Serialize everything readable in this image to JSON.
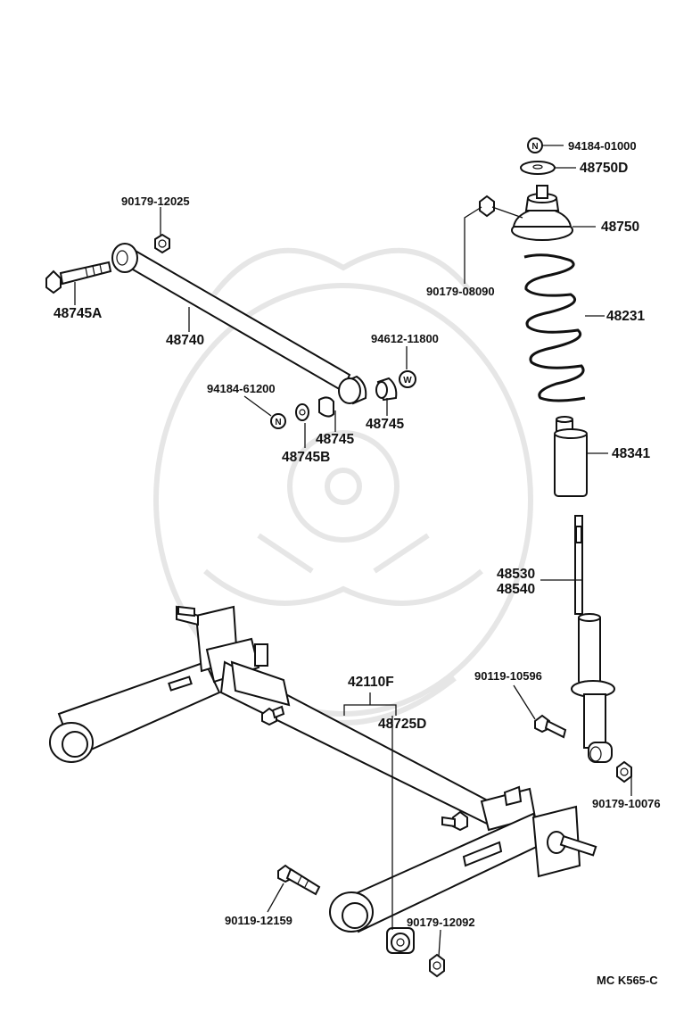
{
  "labels": {
    "p94184_01000": "94184-01000",
    "p48750D": "48750D",
    "p48750": "48750",
    "p90179_08090": "90179-08090",
    "p48231": "48231",
    "p48341": "48341",
    "p48530": "48530",
    "p48540": "48540",
    "p90119_10596": "90119-10596",
    "p90179_10076": "90179-10076",
    "p90179_12025": "90179-12025",
    "p48745A": "48745A",
    "p48740": "48740",
    "p94612_11800": "94612-11800",
    "p94184_61200": "94184-61200",
    "p48745": "48745",
    "p48745_b": "48745",
    "p48745B": "48745B",
    "p42110F": "42110F",
    "p48725D": "48725D",
    "p90119_12159": "90119-12159",
    "p90179_12092": "90179-12092",
    "diagram_code": "MC K565-C"
  },
  "symbols": {
    "nut": "N",
    "washer": "W"
  },
  "icons": [
    "nut-icon",
    "washer-icon",
    "bolt-icon",
    "coil-spring-icon"
  ]
}
